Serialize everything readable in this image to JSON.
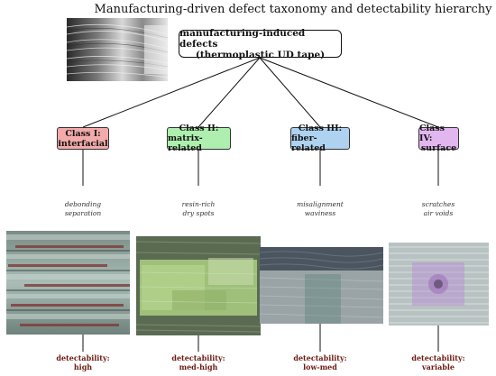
{
  "title": "Manufacturing-driven defect taxonomy and detectability hierarchy",
  "root": {
    "line1": "manufacturing-induced defects",
    "line2": "(thermoplastic UD tape)"
  },
  "classes": [
    {
      "label1": "Class I:",
      "label2": "interfacial",
      "color": "#f2aaaa",
      "examples": [
        "debonding",
        "separation"
      ],
      "detectability_label": "detectability:",
      "detectability_value": "high"
    },
    {
      "label1": "Class II:",
      "label2": "matrix-related",
      "color": "#aeeeae",
      "examples": [
        "resin-rich",
        "dry spots"
      ],
      "detectability_label": "detectability:",
      "detectability_value": "med-high"
    },
    {
      "label1": "Class III:",
      "label2": "fiber-related",
      "color": "#aed2f0",
      "examples": [
        "misalignment",
        "waviness"
      ],
      "detectability_label": "detectability:",
      "detectability_value": "low-med"
    },
    {
      "label1": "Class IV:",
      "label2": "surface",
      "color": "#e2b6ee",
      "examples": [
        "scratches",
        "air voids"
      ],
      "detectability_label": "detectability:",
      "detectability_value": "variable"
    }
  ],
  "colors": {
    "detectability_text": "#6b1a12",
    "line": "#111111"
  }
}
